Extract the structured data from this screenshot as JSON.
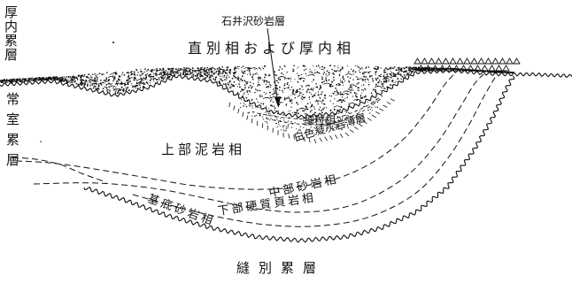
{
  "labels": {
    "atsunai_group": "厚内累層",
    "tsunemuro_group": "常室累層",
    "ishiisawa_sandstone": "石井沢砂岩層",
    "chokubetsu_atsunai_facies": "直別相および厚内相",
    "fine_grained_facies": "細粒相",
    "white_tuff_thin_layer": "白色凝灰岩薄層",
    "upper_mudstone_facies": "上部泥岩相",
    "middle_sandstone_facies": "中部砂岩相",
    "lower_hard_shale_facies": "下部硬質頁岩相",
    "basal_sandstone_facies": "基底砂岩相",
    "nuibetsu_group": "縫別累層"
  },
  "colors": {
    "ink": "#111111",
    "paper": "#ffffff"
  },
  "symbols": {
    "conglomerate_pebble": "triangle-icon",
    "sandstone_texture": "stipple-dots"
  }
}
